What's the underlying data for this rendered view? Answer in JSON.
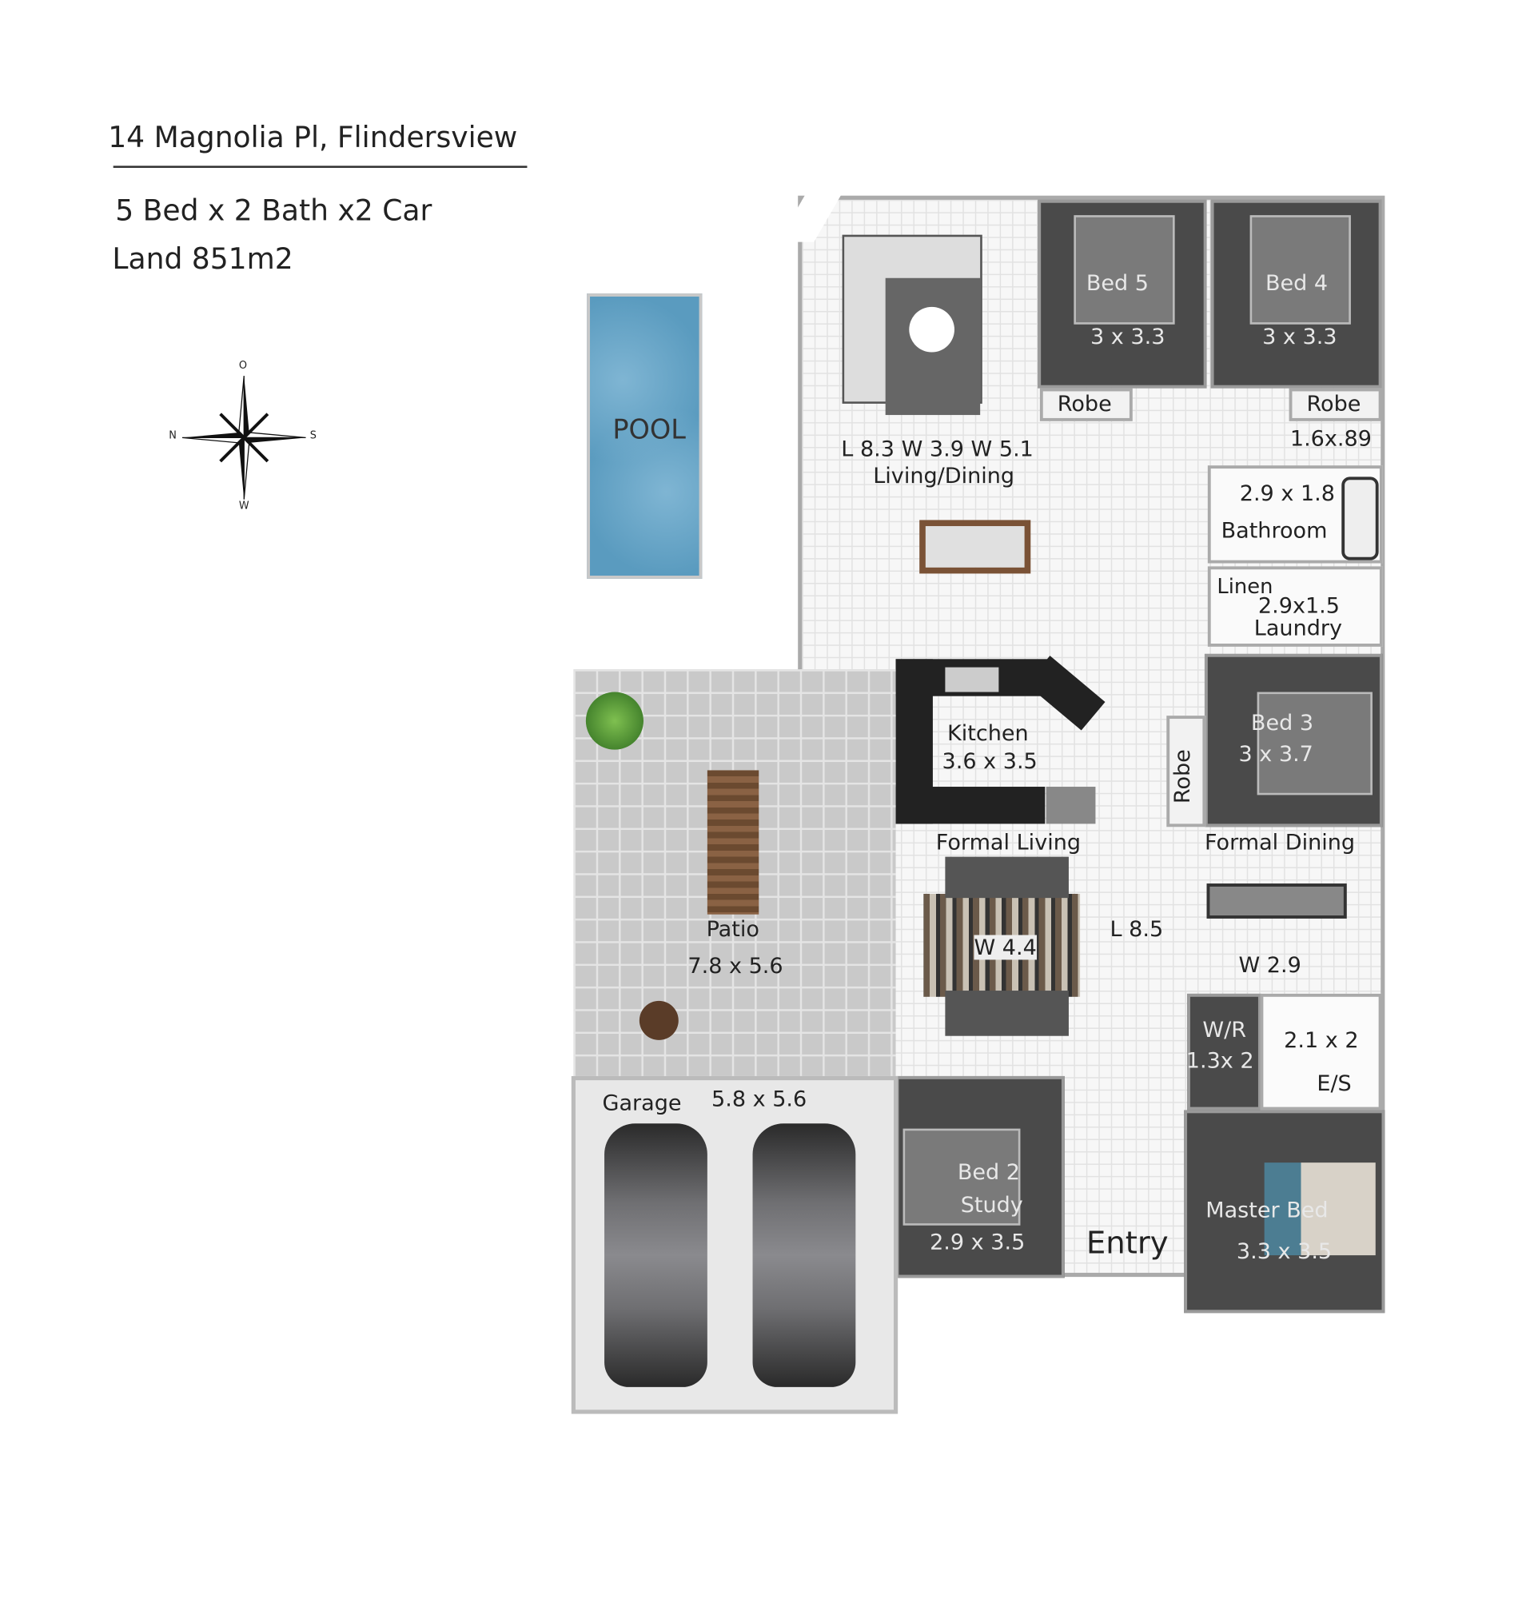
{
  "header": {
    "address": "14 Magnolia Pl, Flindersview",
    "specs": "5 Bed x 2 Bath  x2 Car",
    "land": "Land 851m2"
  },
  "compass": {
    "top": "O",
    "left": "N",
    "right": "S",
    "bottom": "W"
  },
  "pool": {
    "label": "POOL"
  },
  "rooms": {
    "bed5": {
      "name": "Bed 5",
      "size": "3 x 3.3"
    },
    "bed4": {
      "name": "Bed 4",
      "size": "3 x 3.3"
    },
    "robe1": {
      "name": "Robe"
    },
    "robe2": {
      "name": "Robe",
      "size": "1.6x.89"
    },
    "living": {
      "dims": "L 8.3  W 3.9  W 5.1",
      "name": "Living/Dining"
    },
    "bathroom": {
      "size": "2.9 x 1.8",
      "name": "Bathroom"
    },
    "laundry": {
      "linen": "Linen",
      "size": "2.9x1.5",
      "name": "Laundry"
    },
    "kitchen": {
      "name": "Kitchen",
      "size": "3.6 x 3.5"
    },
    "bed3": {
      "name": "Bed 3",
      "size": "3 x 3.7",
      "robe": "Robe"
    },
    "patio": {
      "name": "Patio",
      "size": "7.8 x 5.6"
    },
    "formal_living": {
      "name": "Formal Living",
      "width": "W 4.4",
      "length": "L 8.5"
    },
    "formal_dining": {
      "name": "Formal Dining",
      "width": "W 2.9"
    },
    "wr": {
      "name": "W/R",
      "size": "1.3x 2"
    },
    "ensuite": {
      "size": "2.1 x 2",
      "name": "E/S"
    },
    "garage": {
      "name": "Garage",
      "size": "5.8 x 5.6"
    },
    "bed2": {
      "name": "Bed 2",
      "sub": "Study",
      "size": "2.9 x 3.5"
    },
    "entry": {
      "name": "Entry"
    },
    "master": {
      "name": "Master Bed",
      "size": "3.3 x 3.5"
    }
  },
  "colors": {
    "wall": "#9a9a9a",
    "dark_room": "#4a4a4a",
    "pool": "#5a9bbf",
    "patio": "#c9c9c9"
  }
}
